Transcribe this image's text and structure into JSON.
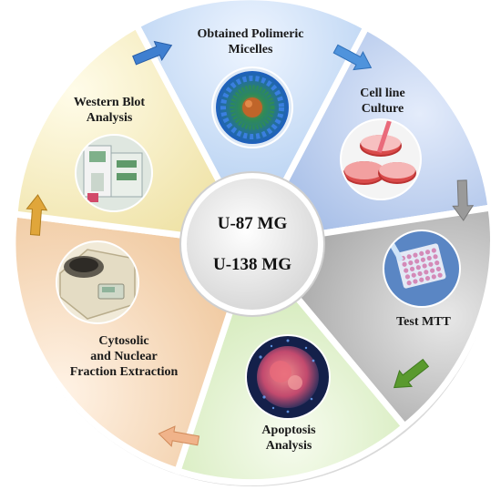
{
  "center": {
    "line1": "U-87 MG",
    "line2": "U-138 MG"
  },
  "segments": [
    {
      "id": "micelles",
      "label_lines": [
        "Obtained Polimeric",
        "Micelles"
      ],
      "color": "#c9def7",
      "picture": "polymeric-micelle-icon"
    },
    {
      "id": "culture",
      "label_lines": [
        "Cell line",
        "Culture"
      ],
      "color": "#b8cdee",
      "picture": "petri-dish-icon"
    },
    {
      "id": "mtt",
      "label_lines": [
        "Test MTT"
      ],
      "color": "#b9b9b9",
      "picture": "well-plate-icon"
    },
    {
      "id": "apoptosis",
      "label_lines": [
        "Apoptosis",
        "Analysis"
      ],
      "color": "#dff0cc",
      "picture": "apoptotic-cell-icon"
    },
    {
      "id": "fraction",
      "label_lines": [
        "Cytosolic",
        "and Nuclear",
        "Fraction Extraction"
      ],
      "color": "#f7dcc0",
      "picture": "centrifuge-icon"
    },
    {
      "id": "western",
      "label_lines": [
        "Western Blot",
        "Analysis"
      ],
      "color": "#f7f0c6",
      "picture": "western-blot-apparatus-icon"
    }
  ],
  "arrows": [
    {
      "name": "arrow-to-micelles",
      "color": "#3f7fd0"
    },
    {
      "name": "arrow-to-culture",
      "color": "#4f93dc"
    },
    {
      "name": "arrow-to-mtt",
      "color": "#9a9a9a"
    },
    {
      "name": "arrow-to-apoptosis",
      "color": "#5a9a2e"
    },
    {
      "name": "arrow-to-fraction",
      "color": "#f0b38a"
    },
    {
      "name": "arrow-to-western",
      "color": "#e0a63a"
    }
  ]
}
